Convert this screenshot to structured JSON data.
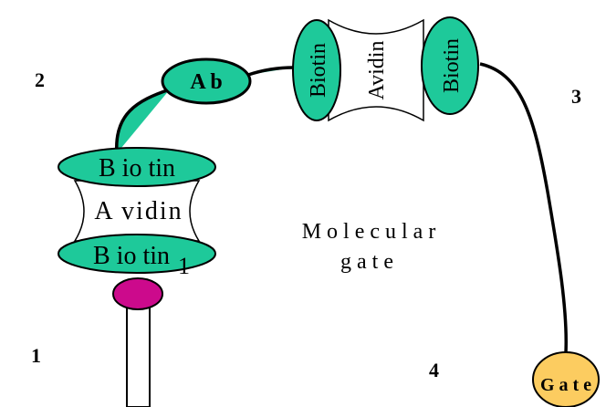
{
  "diagram": {
    "number_labels": {
      "one": "1",
      "two": "2",
      "three": "3",
      "four": "4",
      "subscript_one": "1"
    },
    "lower_complex": {
      "top_biotin": "B io tin",
      "avidin": "A vidin",
      "bottom_biotin": "B io tin"
    },
    "antibody": "A b",
    "upper_complex": {
      "left_biotin": "Biotin",
      "avidin": "Avidin",
      "right_biotin": "Biotin"
    },
    "center_label": {
      "line1": "M o l e c u l a r",
      "line2": "g a t e"
    },
    "gate": "G a t e"
  },
  "colors": {
    "biotin_fill": "#1ec99a",
    "anchor_fill": "#cc0a8c",
    "gate_fill": "#fccc60",
    "stroke": "#000000"
  }
}
